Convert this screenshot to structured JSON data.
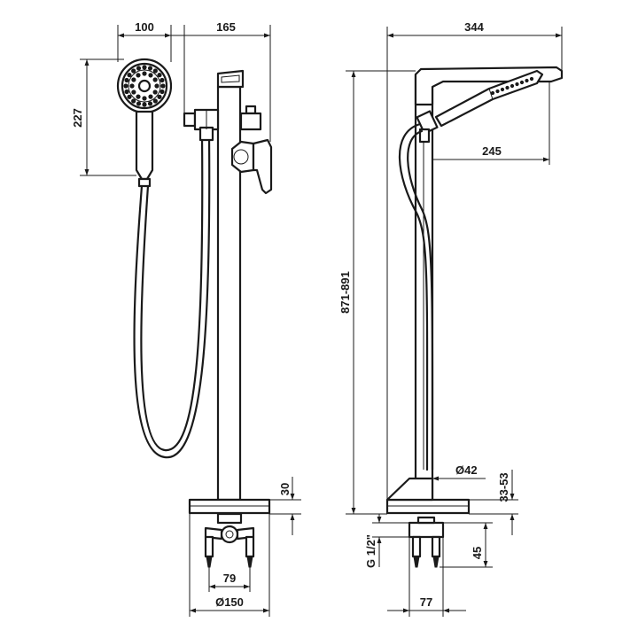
{
  "dimensions": {
    "front_head_width": "100",
    "front_spout_offset": "165",
    "front_head_height": "227",
    "front_base_height": "30",
    "front_fixing_spacing": "79",
    "front_base_diameter": "Ø150",
    "side_spout_reach": "344",
    "side_holder_reach": "245",
    "side_total_height": "871-891",
    "side_column_diameter": "Ø42",
    "side_base_height": "33-53",
    "side_connection": "G 1/2\"",
    "side_fixing_depth": "45",
    "side_fixing_width": "77"
  }
}
